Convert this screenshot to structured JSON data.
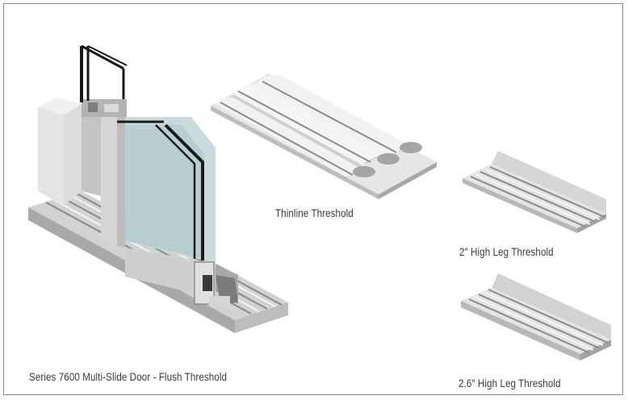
{
  "figure": {
    "products": [
      {
        "id": "door",
        "caption": "Series 7600 Multi-Slide Door - Flush Threshold"
      },
      {
        "id": "thinline",
        "caption": "Thinline Threshold"
      },
      {
        "id": "high-leg-2",
        "caption": "2″ High Leg Threshold"
      },
      {
        "id": "high-leg-26",
        "caption": "2.6″ High Leg Threshold"
      }
    ]
  },
  "colors": {
    "aluminum_light": "#e6e6e6",
    "aluminum_mid": "#c9c9c9",
    "aluminum_dark": "#9a9a9a",
    "glass": "#b9cfd3",
    "gasket": "#1a1a1a",
    "border": "#8c8c8c",
    "caption_text": "#3a3a3a"
  }
}
